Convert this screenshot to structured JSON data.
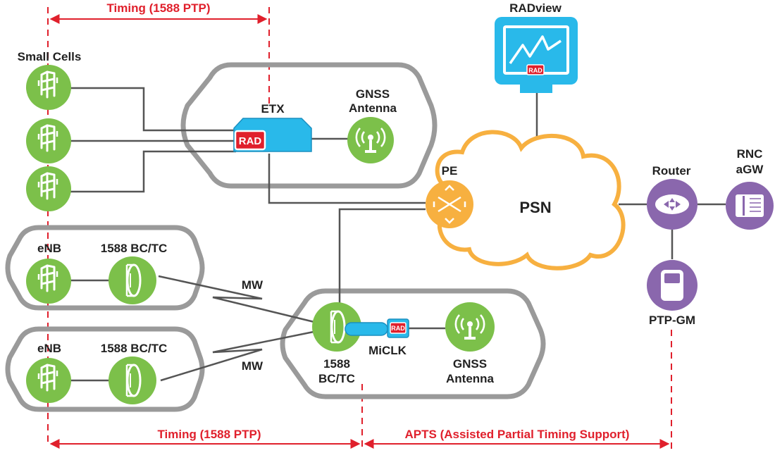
{
  "colors": {
    "green": "#7cc04a",
    "purple": "#8a67ad",
    "orange": "#f7b040",
    "blue": "#29b9ea",
    "red": "#e0202c",
    "gray": "#9a9a9a",
    "line": "#555555"
  },
  "timing": {
    "top": "Timing (1588 PTP)",
    "bottom_left": "Timing (1588 PTP)",
    "bottom_right": "APTS (Assisted Partial Timing Support)"
  },
  "labels": {
    "small_cells": "Small Cells",
    "etx": "ETX",
    "gnss_top_1": "GNSS",
    "gnss_top_2": "Antenna",
    "radview": "RADview",
    "pe": "PE",
    "psn": "PSN",
    "router": "Router",
    "rnc_1": "RNC",
    "rnc_2": "aGW",
    "ptp_gm": "PTP-GM",
    "enb_1": "eNB",
    "bctc_1": "1588 BC/TC",
    "enb_2": "eNB",
    "bctc_2": "1588 BC/TC",
    "mw_1": "MW",
    "mw_2": "MW",
    "hub_1": "1588",
    "hub_2": "BC/TC",
    "miclk": "MiCLK",
    "gnss_bottom_1": "GNSS",
    "gnss_bottom_2": "Antenna"
  },
  "rad_logo": "RAD",
  "icons": {
    "small_cell": "cell-tower-icon",
    "antenna": "gnss-antenna-icon",
    "dish": "microwave-dish-icon",
    "switch": "pe-switch-icon",
    "router": "router-icon",
    "server": "rnc-server-icon",
    "clock": "ptp-clock-icon",
    "monitor": "radview-monitor-icon"
  }
}
